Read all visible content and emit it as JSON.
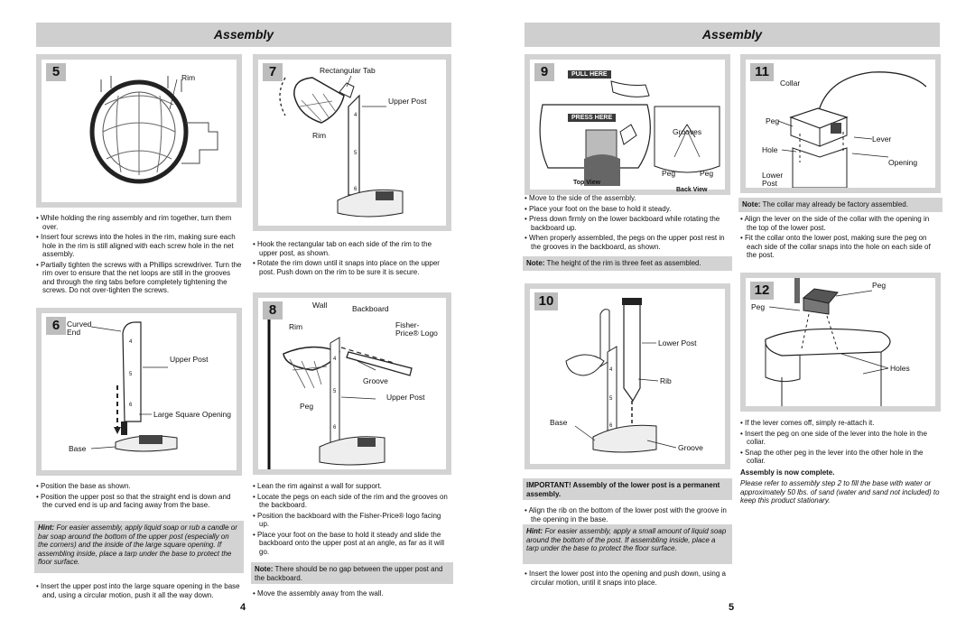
{
  "left_header": "Assembly",
  "right_header": "Assembly",
  "p5": {
    "num": "5",
    "rim": "Rim",
    "bullets": [
      "While holding the ring assembly and rim together, turn them over.",
      "Insert four screws into the holes in the rim, making sure each hole in the rim is still aligned with each screw hole in the net assembly.",
      "Partially tighten the screws with a Phillips screwdriver. Turn the rim over to ensure that the net loops are still in the grooves and through the ring tabs before completely tightening the screws. Do not over-tighten the screws."
    ]
  },
  "p6": {
    "num": "6",
    "curved_end": "Curved End",
    "upper_post": "Upper Post",
    "large_square": "Large Square Opening",
    "base": "Base",
    "post_marks": [
      "4",
      "5",
      "6"
    ],
    "bullets": [
      "Position the base as shown.",
      "Position the upper post so that the straight end is down and the curved end is up and facing away from the base."
    ],
    "hint_label": "Hint:",
    "hint": "For easier assembly, apply liquid soap or rub a candle or bar soap around the bottom of the upper post (especially on the corners) and the inside of the large square opening. If assembling inside, place a tarp under the base to protect the floor surface.",
    "bullets2": [
      "Insert the upper post into the large square opening in the base and, using a circular motion, push it all the way down."
    ]
  },
  "p7": {
    "num": "7",
    "tab": "Rectangular Tab",
    "upper_post": "Upper Post",
    "rim": "Rim",
    "post_marks": [
      "4",
      "5",
      "6"
    ],
    "bullets": [
      "Hook the rectangular tab on each side of the rim to the upper post, as shown.",
      "Rotate the rim down until it snaps into place on the upper post. Push down on the rim to be sure it is secure."
    ]
  },
  "p8": {
    "num": "8",
    "wall": "Wall",
    "backboard": "Backboard",
    "rim": "Rim",
    "fp_logo": "Fisher-Price® Logo",
    "groove": "Groove",
    "upper_post": "Upper Post",
    "peg": "Peg",
    "post_marks": [
      "4",
      "5",
      "6"
    ],
    "bullets": [
      "Lean the rim against a wall for support.",
      "Locate the pegs on each side of the rim and the grooves on the backboard.",
      "Position the backboard with the Fisher-Price® logo facing up.",
      "Place your foot on the base to hold it steady and slide the backboard onto the upper post at an angle, as far as it will go."
    ],
    "note_label": "Note:",
    "note": "There should be no gap between the upper post and the backboard.",
    "bullets2": [
      "Move the assembly away from the wall."
    ]
  },
  "page_left": "4",
  "p9": {
    "num": "9",
    "pull": "PULL HERE",
    "press": "PRESS HERE",
    "top_view": "Top View",
    "grooves": "Grooves",
    "peg_l": "Peg",
    "peg_r": "Peg",
    "back_view": "Back View",
    "bullets": [
      "Move to the side of the assembly.",
      "Place your foot on the base to hold it steady.",
      "Press down firmly on the lower backboard while rotating the backboard up.",
      "When properly assembled, the pegs on the upper post rest in the grooves in the backboard, as shown."
    ],
    "note_label": "Note:",
    "note": "The height of the rim is three feet as assembled."
  },
  "p10": {
    "num": "10",
    "lower_post": "Lower Post",
    "rib": "Rib",
    "base": "Base",
    "groove": "Groove",
    "post_marks": [
      "4",
      "5",
      "6"
    ],
    "important": "IMPORTANT! Assembly of the lower post is a permanent assembly.",
    "bullets": [
      "Align the rib on the bottom of the lower post with the groove in the opening in the base."
    ],
    "hint_label": "Hint:",
    "hint": "For easier assembly, apply a small amount of liquid soap around the bottom of the post. If assembling inside, place a tarp under the base to protect the floor surface.",
    "bullets2": [
      "Insert the lower post into the opening and push down, using a circular motion, until it snaps into place."
    ]
  },
  "p11": {
    "num": "11",
    "collar": "Collar",
    "peg": "Peg",
    "lever": "Lever",
    "hole": "Hole",
    "opening": "Opening",
    "lower_post": "Lower Post",
    "note_label": "Note:",
    "note": "The collar may already be factory assembled.",
    "bullets": [
      "Align the lever on the side of the collar with the opening in the top of the lower post.",
      "Fit the collar onto the lower post, making sure the peg on each side of the collar snaps into the hole on each side of the post."
    ]
  },
  "p12": {
    "num": "12",
    "peg_top": "Peg",
    "peg_left": "Peg",
    "holes": "Holes",
    "bullets": [
      "If the lever comes off, simply re-attach it.",
      "Insert the peg on one side of the lever into the hole in the collar.",
      "Snap the other peg in the lever into the other hole in the collar."
    ],
    "complete": "Assembly is now complete.",
    "final": "Please refer to assembly step 2 to fill the base with water or approximately 50 lbs. of sand (water and sand not included) to keep this product stationary."
  },
  "page_right": "5"
}
